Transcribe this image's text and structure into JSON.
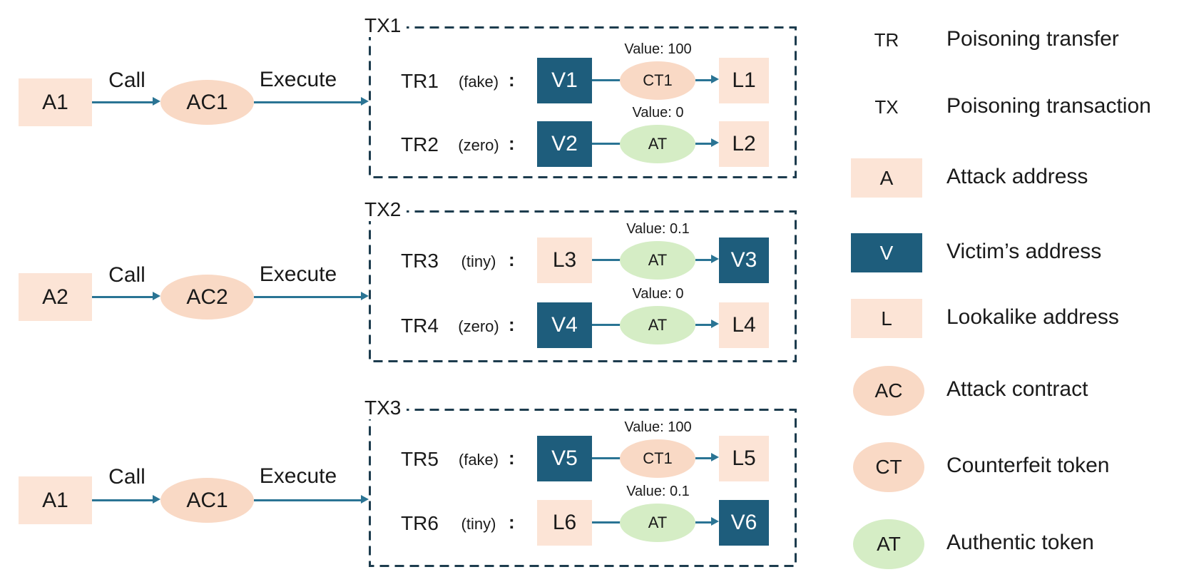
{
  "colors": {
    "attack_fill": "#fce4d6",
    "victim_fill": "#1e5d7c",
    "contract_ellipse_fill": "#f9d9c5",
    "authentic_token_fill": "#d5edc5",
    "arrow": "#2a7494",
    "dashed_border": "#1d3c4e",
    "text": "#1a1a1a"
  },
  "flows": [
    {
      "actor": "A1",
      "call": "Call",
      "contract": "AC1",
      "execute": "Execute"
    },
    {
      "actor": "A2",
      "call": "Call",
      "contract": "AC2",
      "execute": "Execute"
    },
    {
      "actor": "A1",
      "call": "Call",
      "contract": "AC1",
      "execute": "Execute"
    }
  ],
  "transactions": [
    {
      "label": "TX1",
      "transfers": [
        {
          "id": "TR1",
          "type": "(fake)",
          "colon": ":",
          "source": "V1",
          "source_kind": "victim",
          "token": "CT1",
          "token_kind": "counterfeit",
          "value": "Value: 100",
          "dest": "L1",
          "dest_kind": "lookalike"
        },
        {
          "id": "TR2",
          "type": "(zero)",
          "colon": ":",
          "source": "V2",
          "source_kind": "victim",
          "token": "AT",
          "token_kind": "authentic",
          "value": "Value: 0",
          "dest": "L2",
          "dest_kind": "lookalike"
        }
      ]
    },
    {
      "label": "TX2",
      "transfers": [
        {
          "id": "TR3",
          "type": "(tiny)",
          "colon": ":",
          "source": "L3",
          "source_kind": "lookalike",
          "token": "AT",
          "token_kind": "authentic",
          "value": "Value: 0.1",
          "dest": "V3",
          "dest_kind": "victim"
        },
        {
          "id": "TR4",
          "type": "(zero)",
          "colon": ":",
          "source": "V4",
          "source_kind": "victim",
          "token": "AT",
          "token_kind": "authentic",
          "value": "Value: 0",
          "dest": "L4",
          "dest_kind": "lookalike"
        }
      ]
    },
    {
      "label": "TX3",
      "transfers": [
        {
          "id": "TR5",
          "type": "(fake)",
          "colon": ":",
          "source": "V5",
          "source_kind": "victim",
          "token": "CT1",
          "token_kind": "counterfeit",
          "value": "Value: 100",
          "dest": "L5",
          "dest_kind": "lookalike"
        },
        {
          "id": "TR6",
          "type": "(tiny)",
          "colon": ":",
          "source": "L6",
          "source_kind": "lookalike",
          "token": "AT",
          "token_kind": "authentic",
          "value": "Value: 0.1",
          "dest": "V6",
          "dest_kind": "victim"
        }
      ]
    }
  ],
  "legend": [
    {
      "symbol": "TR",
      "kind": "text",
      "label": "Poisoning transfer"
    },
    {
      "symbol": "TX",
      "kind": "text",
      "label": "Poisoning transaction"
    },
    {
      "symbol": "A",
      "kind": "box-attack",
      "label": "Attack address"
    },
    {
      "symbol": "V",
      "kind": "box-victim",
      "label": "Victim’s address"
    },
    {
      "symbol": "L",
      "kind": "box-attack",
      "label": "Lookalike address"
    },
    {
      "symbol": "AC",
      "kind": "ellipse-attack",
      "label": "Attack contract"
    },
    {
      "symbol": "CT",
      "kind": "ellipse-attack",
      "label": "Counterfeit token"
    },
    {
      "symbol": "AT",
      "kind": "ellipse-authentic",
      "label": "Authentic token"
    }
  ]
}
